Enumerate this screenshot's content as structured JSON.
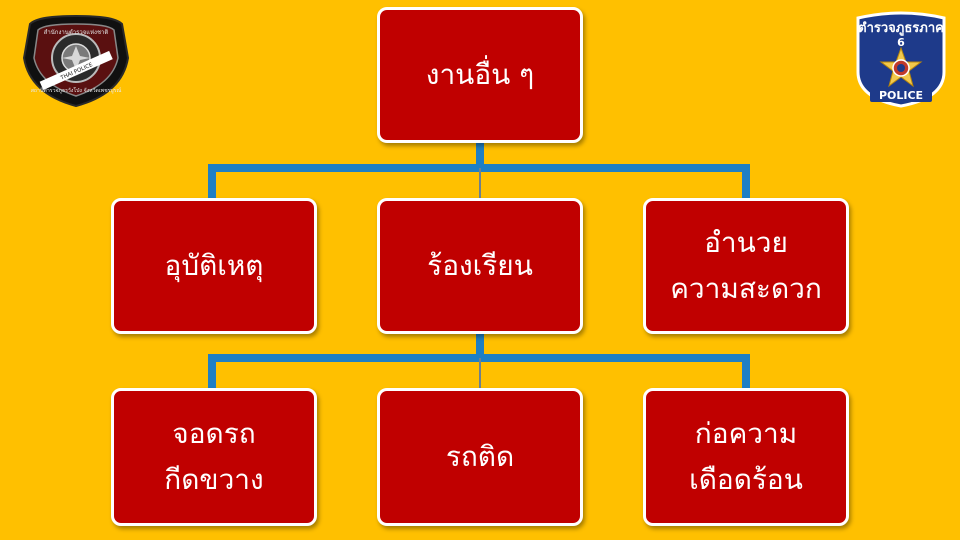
{
  "colors": {
    "background": "#FFC000",
    "box_fill": "#C00000",
    "box_border": "#FFFFFF",
    "connector": "#1F7FC4"
  },
  "left_logo": {
    "icon": "police-station-emblem-icon",
    "text_top": "สำนักงานตำรวจแห่งชาติ",
    "text_bottom": "สถานีตำรวจภูธรวังโป่ง จังหวัดเพชรบูรณ์",
    "band_text": "THAI POLICE"
  },
  "right_logo": {
    "icon": "provincial-police-badge-icon",
    "title": "ตำรวจภูธรภาค",
    "number": "6",
    "label": "POLICE"
  },
  "root": {
    "lines": [
      "งานอื่น   ๆ"
    ]
  },
  "level1": [
    {
      "lines": [
        "อุบัติเหตุ"
      ]
    },
    {
      "lines": [
        "ร้องเรียน"
      ]
    },
    {
      "lines": [
        "อำนวย",
        "ความสะดวก"
      ]
    }
  ],
  "level2": [
    {
      "lines": [
        "จอดรถ",
        "กีดขวาง"
      ]
    },
    {
      "lines": [
        "รถติด"
      ]
    },
    {
      "lines": [
        "ก่อความ",
        "เดือดร้อน"
      ]
    }
  ]
}
